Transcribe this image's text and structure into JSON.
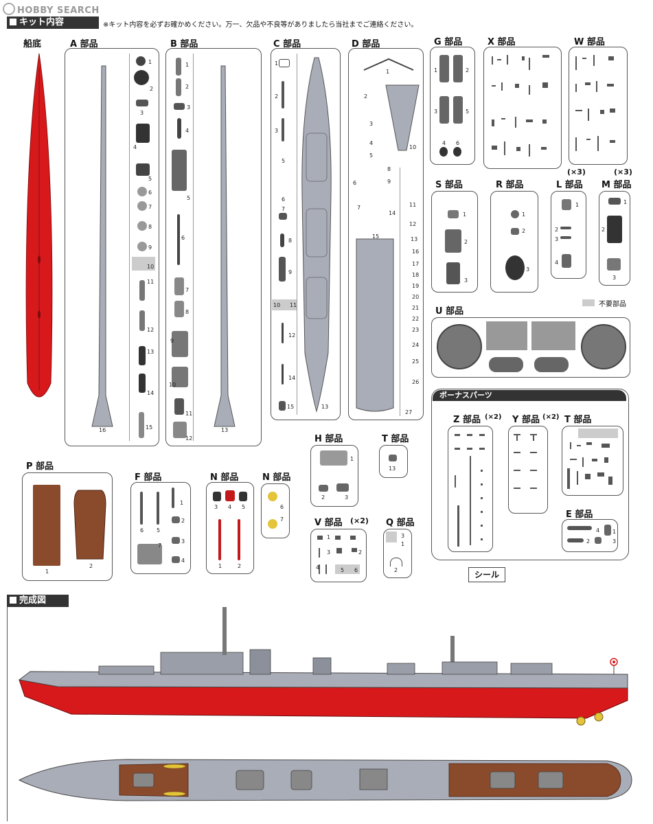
{
  "watermark": "HOBBY SEARCH",
  "sections": {
    "kit_contents": "キット内容",
    "kit_note": "※キット内容を必ずお確かめください。万一、欠品や不良等がありましたら当社までご連絡ください。",
    "finished": "完成図"
  },
  "labels": {
    "hull": "船底",
    "A": "A 部品",
    "B": "B 部品",
    "C": "C 部品",
    "D": "D 部品",
    "G": "G 部品",
    "X": "X 部品",
    "W": "W 部品",
    "S": "S 部品",
    "R": "R 部品",
    "L": "L 部品",
    "M": "M 部品",
    "L_qty": "(×3)",
    "M_qty": "(×3)",
    "U": "U 部品",
    "unused": "不要部品",
    "P": "P 部品",
    "F": "F 部品",
    "N1": "N 部品",
    "N2": "N 部品",
    "H": "H 部品",
    "T1": "T 部品",
    "V": "V 部品",
    "V_qty": "(×2)",
    "Q": "Q 部品",
    "seal": "シール",
    "bonus": "ボーナスパーツ",
    "Z": "Z 部品",
    "Z_qty": "(×2)",
    "Y": "Y 部品",
    "Y_qty": "(×2)",
    "T2": "T 部品",
    "E": "E 部品"
  },
  "part_numbers": {
    "A": [
      "1",
      "2",
      "3",
      "4",
      "5",
      "6",
      "7",
      "8",
      "9",
      "10",
      "11",
      "12",
      "13",
      "14",
      "15",
      "16"
    ],
    "B": [
      "1",
      "2",
      "3",
      "4",
      "5",
      "6",
      "7",
      "8",
      "9",
      "10",
      "11",
      "12",
      "13"
    ],
    "C": [
      "1",
      "2",
      "3",
      "5",
      "6",
      "7",
      "8",
      "9",
      "10",
      "11",
      "12",
      "13",
      "14",
      "15"
    ],
    "D": [
      "1",
      "2",
      "3",
      "4",
      "5",
      "6",
      "7",
      "8",
      "9",
      "10",
      "11",
      "12",
      "13",
      "14",
      "15",
      "16",
      "17",
      "18",
      "19",
      "20",
      "21",
      "22",
      "23",
      "24",
      "25",
      "26",
      "27"
    ],
    "G": [
      "1",
      "2",
      "3",
      "4",
      "5",
      "6"
    ],
    "S": [
      "1",
      "2",
      "3"
    ],
    "R": [
      "1",
      "2",
      "3"
    ],
    "L": [
      "1",
      "2",
      "3",
      "4"
    ],
    "M": [
      "1",
      "2",
      "3"
    ],
    "P": [
      "1",
      "2"
    ],
    "F": [
      "1",
      "2",
      "3",
      "4",
      "5",
      "6",
      "7"
    ],
    "N1": [
      "1",
      "2",
      "3",
      "4",
      "5"
    ],
    "N2": [
      "6",
      "7"
    ],
    "H": [
      "1",
      "2",
      "3"
    ],
    "T1": [
      "13"
    ],
    "V": [
      "1",
      "2",
      "3",
      "4",
      "5",
      "6"
    ],
    "Q": [
      "1",
      "2",
      "3"
    ],
    "E": [
      "1",
      "2",
      "3",
      "4"
    ]
  },
  "colors": {
    "hull_red": "#d7191b",
    "gray": "#a9adb8",
    "deck_wood": "#8a4a2c",
    "dark": "#333333"
  }
}
